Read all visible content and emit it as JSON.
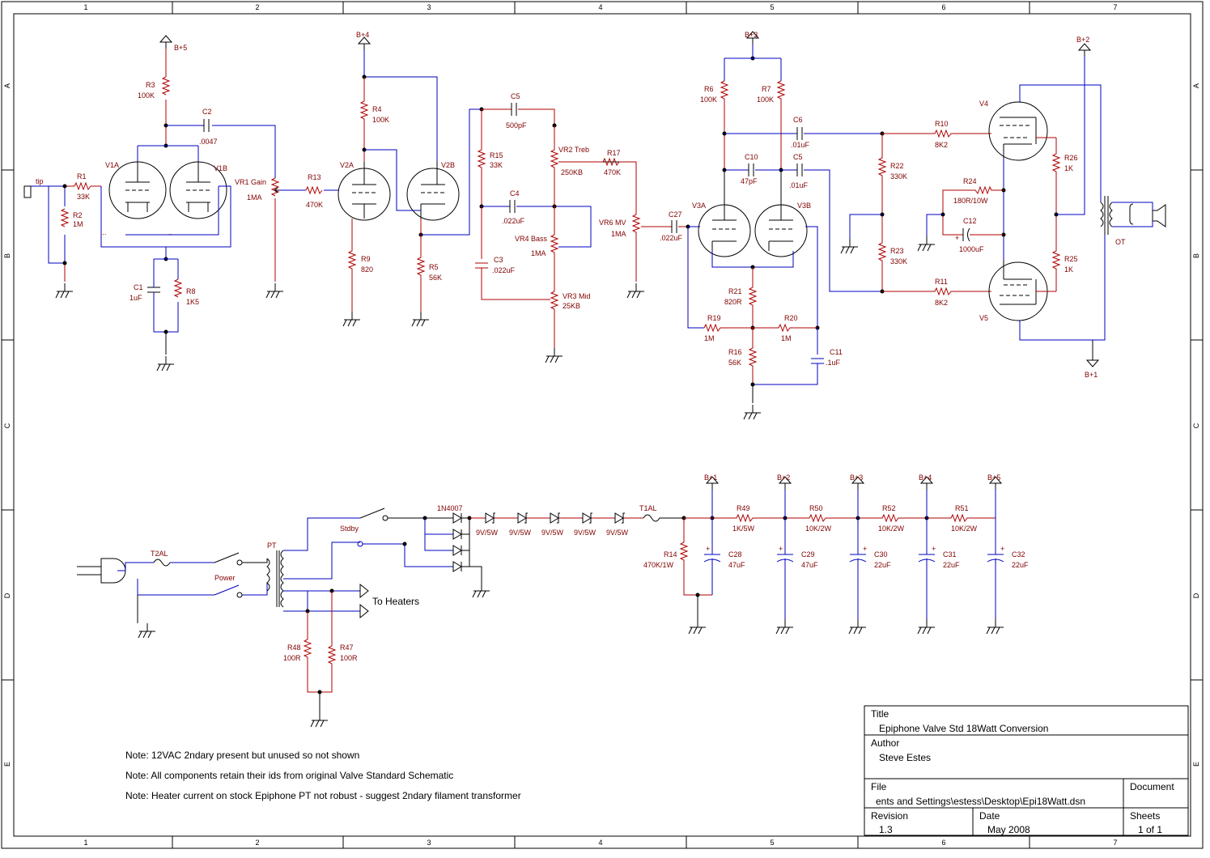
{
  "frame": {
    "columns": [
      "1",
      "2",
      "3",
      "4",
      "5",
      "6",
      "7"
    ],
    "rows": [
      "A",
      "B",
      "C",
      "D",
      "E"
    ]
  },
  "title_block": {
    "title_heading": "Title",
    "title": "Epiphone Valve Std 18Watt Conversion",
    "author_heading": "Author",
    "author": "Steve Estes",
    "file_heading": "File",
    "file": "ents and Settings\\estess\\Desktop\\Epi18Watt.dsn",
    "document_heading": "Document",
    "revision_heading": "Revision",
    "revision": "1.3",
    "date_heading": "Date",
    "date": "May 2008",
    "sheets_heading": "Sheets",
    "sheets": "1 of 1"
  },
  "notes": [
    "Note: 12VAC 2ndary present but unused so not shown",
    "Note: All components retain their ids from original Valve Standard Schematic",
    "Note: Heater current on stock Epiphone PT not robust - suggest 2ndary filament transformer"
  ],
  "labels": {
    "tip": "tip",
    "bp5": "B+5",
    "bp4": "B+4",
    "bp3": "B+3",
    "bp2": "B+2",
    "bp1": "B+1",
    "r1": "R1",
    "r1v": "33K",
    "r2": "R2",
    "r2v": "1M",
    "r3": "R3",
    "r3v": "100K",
    "c2": "C2",
    "c2v": ".0047",
    "v1a": "V1A",
    "v1b": "V1B",
    "c1": "C1",
    "c1v": "1uF",
    "r8": "R8",
    "r8v": "1K5",
    "vr1": "VR1 Gain",
    "vr1v": "1MA",
    "r13": "R13",
    "r13v": "470K",
    "r4": "R4",
    "r4v": "100K",
    "v2a": "V2A",
    "v2b": "V2B",
    "r9": "R9",
    "r9v": "820",
    "r5": "R5",
    "r5v": "56K",
    "c5a": "C5",
    "c5av": "500pF",
    "r15": "R15",
    "r15v": "33K",
    "vr2": "VR2 Treb",
    "vr2v": "250KB",
    "r17": "R17",
    "r17v": "470K",
    "c4": "C4",
    "c4v": ".022uF",
    "vr4": "VR4 Bass",
    "vr4v": "1MA",
    "c3": "C3",
    "c3v": ".022uF",
    "vr3": "VR3 Mid",
    "vr3v": "25KB",
    "vr6": "VR6 MV",
    "vr6v": "1MA",
    "c27": "C27",
    "c27v": ".022uF",
    "r6": "R6",
    "r6v": "100K",
    "r7": "R7",
    "r7v": "100K",
    "c6": "C6",
    "c6v": ".01uF",
    "c10": "C10",
    "c10v": "47pF",
    "c5b": "C5",
    "c5bv": ".01uF",
    "v3a": "V3A",
    "v3b": "V3B",
    "r21": "R21",
    "r21v": "820R",
    "r19": "R19",
    "r19v": "1M",
    "r20": "R20",
    "r20v": "1M",
    "r16": "R16",
    "r16v": "56K",
    "c11": "C11",
    "c11v": ".1uF",
    "r10": "R10",
    "r10v": "8K2",
    "r22": "R22",
    "r22v": "330K",
    "r23": "R23",
    "r23v": "330K",
    "r11": "R11",
    "r11v": "8K2",
    "r24": "R24",
    "r24v": "180R/10W",
    "c12": "C12",
    "c12v": "1000uF",
    "v4": "V4",
    "v5": "V5",
    "r26": "R26",
    "r26v": "1K",
    "r25": "R25",
    "r25v": "1K",
    "ot": "OT",
    "t2al": "T2AL",
    "power": "Power",
    "pt": "PT",
    "stdby": "Stdby",
    "heaters": "To Heaters",
    "r48": "R48",
    "r48v": "100R",
    "r47": "R47",
    "r47v": "100R",
    "d1n4007": "1N4007",
    "z1": "9V/5W",
    "z2": "9V/5W",
    "z3": "9V/5W",
    "z4": "9V/5W",
    "z5": "9V/5W",
    "t1al": "T1AL",
    "r14": "R14",
    "r14v": "470K/1W",
    "c28": "C28",
    "c28v": "47uF",
    "r49": "R49",
    "r49v": "1K/5W",
    "c29": "C29",
    "c29v": "47uF",
    "r50": "R50",
    "r50v": "10K/2W",
    "c30": "C30",
    "c30v": "22uF",
    "r52": "R52",
    "r52v": "10K/2W",
    "c31": "C31",
    "c31v": "22uF",
    "r51": "R51",
    "r51v": "10K/2W",
    "c32": "C32",
    "c32v": "22uF",
    "ell1": "...",
    "ell2": ".."
  }
}
